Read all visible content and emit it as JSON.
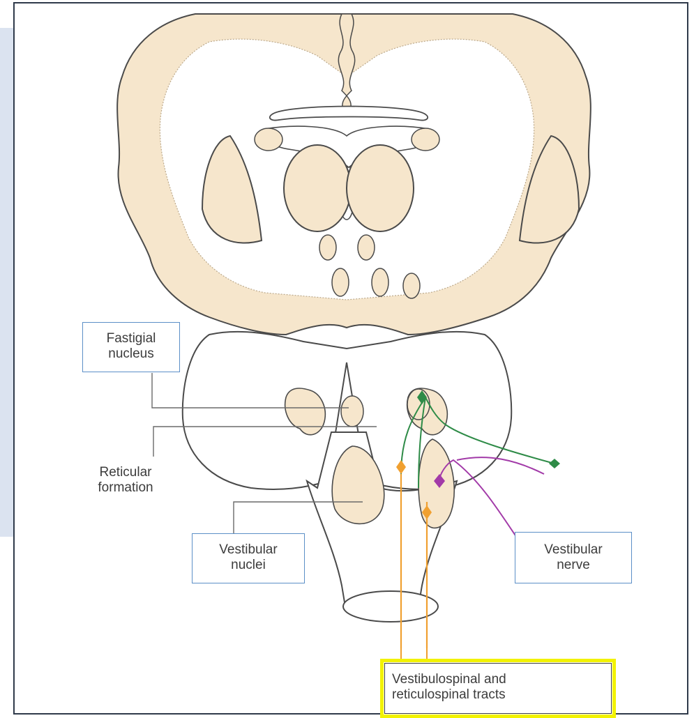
{
  "labels": {
    "fastigial_nucleus": "Fastigial\nnucleus",
    "reticular_formation": "Reticular\nformation",
    "vestibular_nuclei": "Vestibular\nnuclei",
    "vestibular_nerve": "Vestibular\nnerve",
    "tracts": "Vestibulospinal and\nreticulospinal tracts"
  },
  "colors": {
    "tissue": "#f6e6cc",
    "outline": "#4a4a4a",
    "frame": "#2f3a4a",
    "side_panel": "#dbe3f0",
    "label_box": "#5b8fc7",
    "highlight": "#f2f200",
    "green_pathway": "#2e8b47",
    "magenta_pathway": "#a23aa8",
    "orange_pathway": "#f0a030"
  }
}
